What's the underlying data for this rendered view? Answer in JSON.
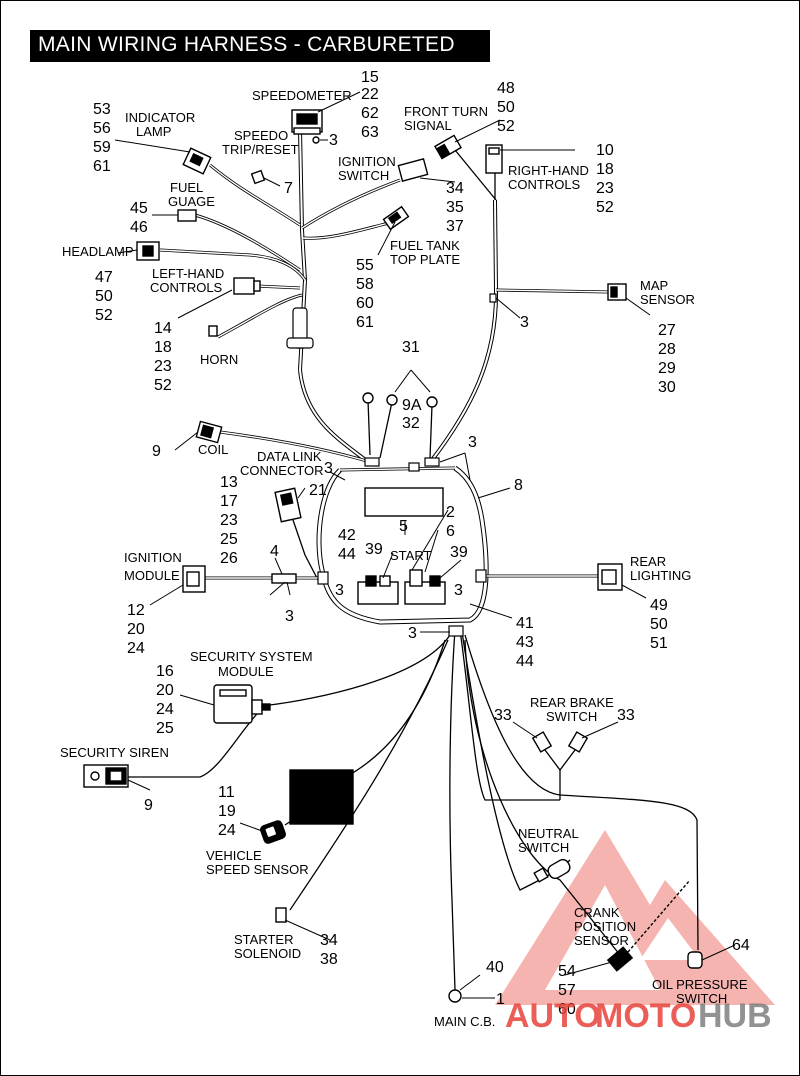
{
  "title": "MAIN WIRING HARNESS - CARBURETED",
  "labels": {
    "speedometer": "SPEEDOMETER",
    "speedo_trip_reset_1": "SPEEDO",
    "speedo_trip_reset_2": "TRIP/RESET",
    "indicator_lamp_1": "INDICATOR",
    "indicator_lamp_2": "LAMP",
    "fuel_gauge_1": "FUEL",
    "fuel_gauge_2": "GUAGE",
    "headlamp": "HEADLAMP",
    "left_hand_controls_1": "LEFT-HAND",
    "left_hand_controls_2": "CONTROLS",
    "horn": "HORN",
    "ignition_switch_1": "IGNITION",
    "ignition_switch_2": "SWITCH",
    "front_turn_signal_1": "FRONT TURN",
    "front_turn_signal_2": "SIGNAL",
    "right_hand_controls_1": "RIGHT-HAND",
    "right_hand_controls_2": "CONTROLS",
    "fuel_tank_top_plate_1": "FUEL TANK",
    "fuel_tank_top_plate_2": "TOP PLATE",
    "map_sensor_1": "MAP",
    "map_sensor_2": "SENSOR",
    "coil": "COIL",
    "data_link_connector_1": "DATA LINK",
    "data_link_connector_2": "CONNECTOR",
    "start": "START",
    "ignition_module_1": "IGNITION",
    "ignition_module_2": "MODULE",
    "rear_lighting_1": "REAR",
    "rear_lighting_2": "LIGHTING",
    "security_system_module_1": "SECURITY SYSTEM",
    "security_system_module_2": "MODULE",
    "security_siren": "SECURITY SIREN",
    "rear_brake_switch_1": "REAR BRAKE",
    "rear_brake_switch_2": "SWITCH",
    "neutral_switch_1": "NEUTRAL",
    "neutral_switch_2": "SWITCH",
    "vehicle_speed_sensor_1": "VEHICLE",
    "vehicle_speed_sensor_2": "SPEED SENSOR",
    "crank_position_sensor_1": "CRANK",
    "crank_position_sensor_2": "POSITION",
    "crank_position_sensor_3": "SENSOR",
    "starter_solenoid_1": "STARTER",
    "starter_solenoid_2": "SOLENOID",
    "oil_pressure_switch_1": "OIL  PRESSURE",
    "oil_pressure_switch_2": "SWITCH",
    "main_cb": "MAIN C.B."
  },
  "refs": {
    "speedometer": [
      "15",
      "22",
      "62",
      "63"
    ],
    "speedo_trip": [
      "3",
      "7"
    ],
    "indicator_lamp": [
      "53",
      "56",
      "59",
      "61"
    ],
    "fuel_gauge": [
      "45",
      "46"
    ],
    "headlamp": [
      "47",
      "50",
      "52"
    ],
    "left_controls": [
      "14",
      "18",
      "23",
      "52"
    ],
    "ignition_switch": [
      "34",
      "35",
      "37"
    ],
    "front_turn": [
      "48",
      "50",
      "52"
    ],
    "right_controls": [
      "10",
      "18",
      "23",
      "52"
    ],
    "fuel_tank": [
      "55",
      "58",
      "60",
      "61"
    ],
    "map_sensor": [
      "3",
      "27",
      "28",
      "29",
      "30"
    ],
    "ground_31": "31",
    "n9a": "9A",
    "n32": "32",
    "coil": "9",
    "n3": "3",
    "n8": "8",
    "data_link": [
      "13",
      "17",
      "23",
      "25",
      "26",
      "21"
    ],
    "n5": "5",
    "n2": "2",
    "n6": "6",
    "relay_left": [
      "42",
      "44"
    ],
    "n39": "39",
    "n4": "4",
    "ignition_module": [
      "12",
      "20",
      "24"
    ],
    "rear_lighting": [
      "49",
      "50",
      "51"
    ],
    "bottom_right": [
      "41",
      "43",
      "44"
    ],
    "security_module": [
      "16",
      "20",
      "24",
      "25"
    ],
    "security_siren": "9",
    "rear_brake": "33",
    "speed_sensor": [
      "11",
      "19",
      "24"
    ],
    "starter_solenoid": [
      "34",
      "38"
    ],
    "crank_sensor": [
      "54",
      "57",
      "60"
    ],
    "oil_pressure": "64",
    "main_cb": [
      "40",
      "1"
    ]
  },
  "watermark": {
    "part1": "AUTO",
    "part2": "MOTO",
    "part3": "HUB"
  },
  "colors": {
    "title_bg": "#000000",
    "title_fg": "#ffffff",
    "watermark_red": "#e8433c",
    "watermark_gray": "#7f7f7f"
  }
}
